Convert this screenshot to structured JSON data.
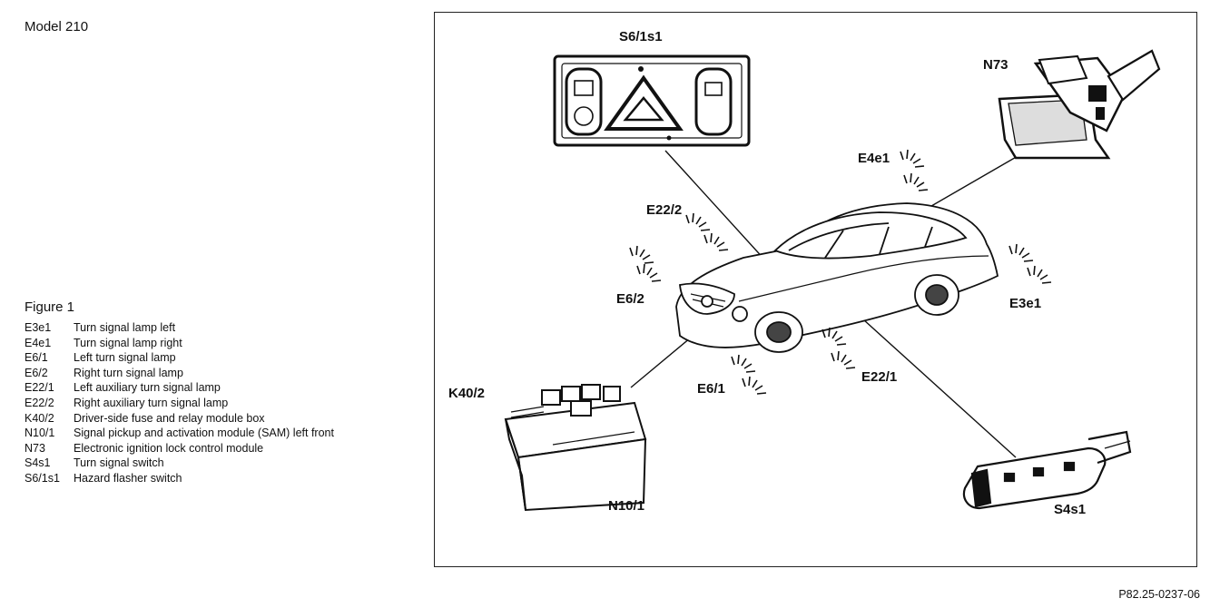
{
  "model": "Model 210",
  "legend": {
    "title": "Figure 1",
    "items": [
      {
        "code": "E3e1",
        "desc": "Turn signal lamp left"
      },
      {
        "code": "E4e1",
        "desc": "Turn signal lamp right"
      },
      {
        "code": "E6/1",
        "desc": "Left turn signal lamp"
      },
      {
        "code": "E6/2",
        "desc": "Right turn signal lamp"
      },
      {
        "code": "E22/1",
        "desc": "Left auxiliary turn signal lamp"
      },
      {
        "code": "E22/2",
        "desc": "Right auxiliary turn signal lamp"
      },
      {
        "code": "K40/2",
        "desc": "Driver-side fuse and relay module box"
      },
      {
        "code": "N10/1",
        "desc": "Signal pickup and activation module (SAM) left front"
      },
      {
        "code": "N73",
        "desc": "Electronic ignition lock control module"
      },
      {
        "code": "S4s1",
        "desc": "Turn signal switch"
      },
      {
        "code": "S6/1s1",
        "desc": "Hazard flasher switch"
      }
    ]
  },
  "callouts": {
    "s6_1s1": "S6/1s1",
    "n73": "N73",
    "e4e1": "E4e1",
    "e22_2": "E22/2",
    "e6_2": "E6/2",
    "e3e1": "E3e1",
    "k40_2": "K40/2",
    "e6_1": "E6/1",
    "e22_1": "E22/1",
    "n10_1": "N10/1",
    "s4s1": "S4s1"
  },
  "reference_code": "P82.25-0237-06"
}
